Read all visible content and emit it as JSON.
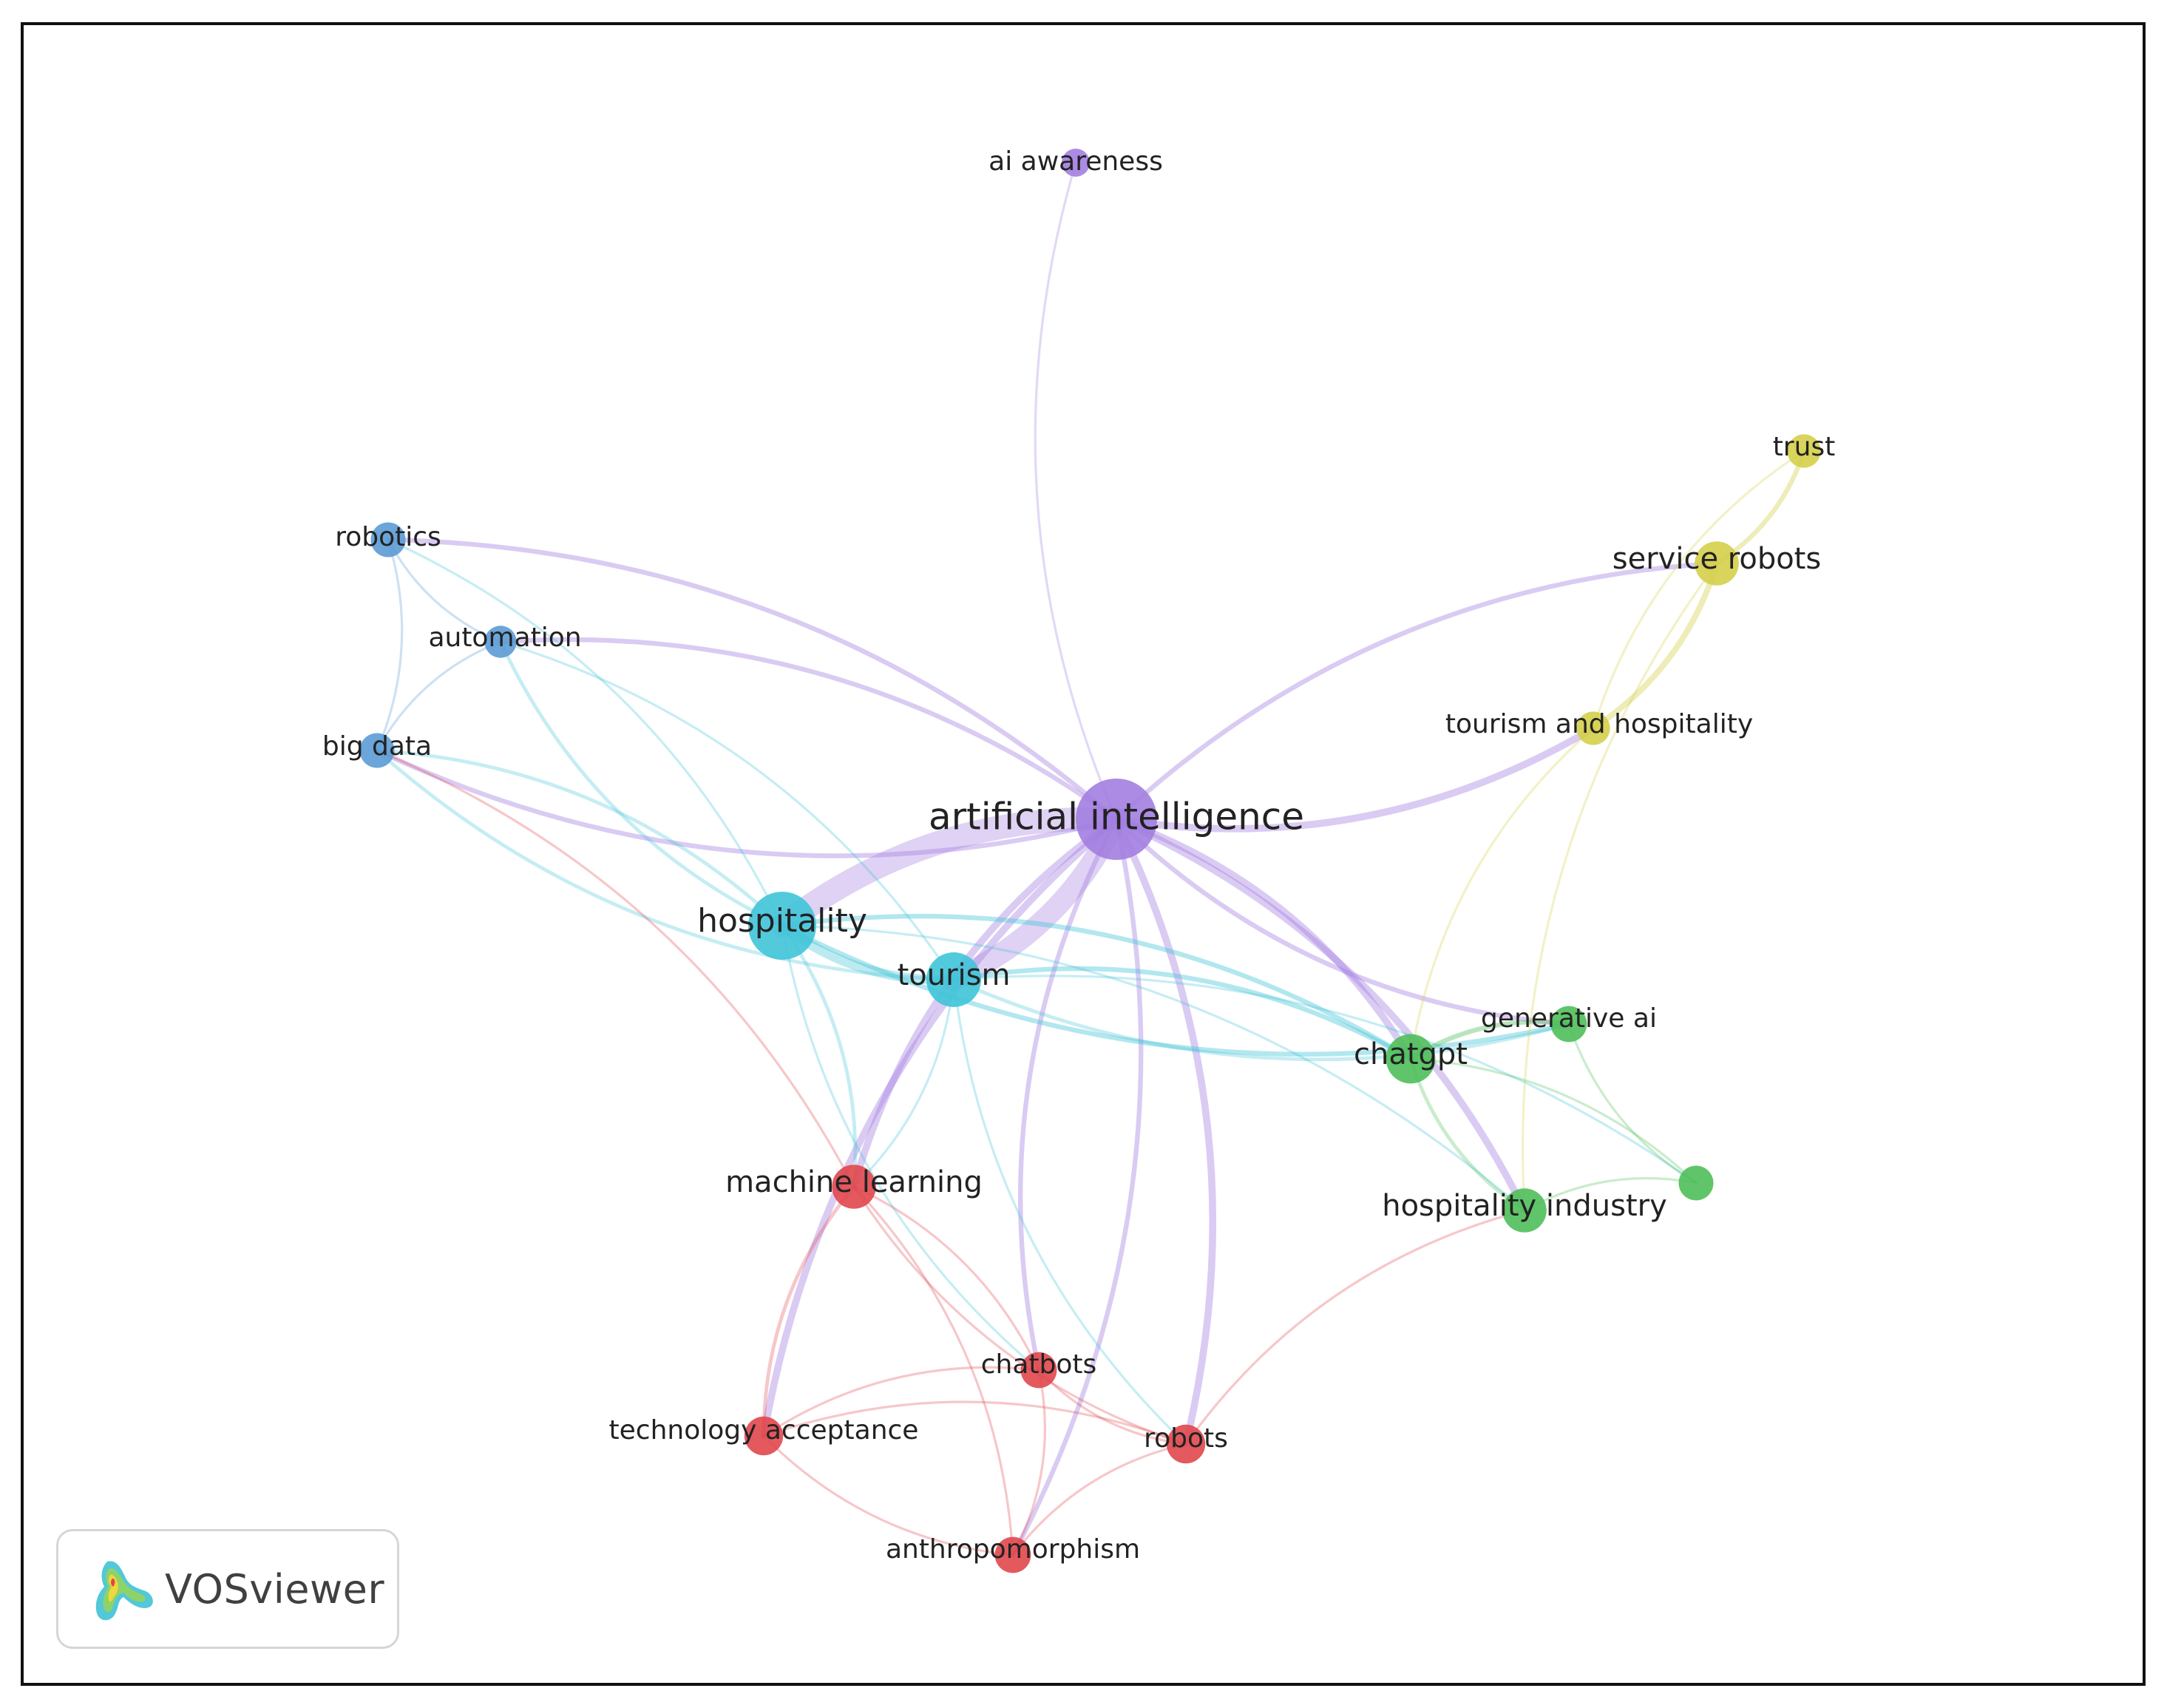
{
  "logo": {
    "text": "VOSviewer"
  },
  "clusters": {
    "red": "#e0474c",
    "green": "#4fbf5a",
    "blue": "#5b9bd5",
    "yellow": "#d4cf4a",
    "purple": "#a27ee0",
    "cyan": "#3fc4d8"
  },
  "nodes": [
    {
      "id": "artificial-intelligence",
      "label": "artificial intelligence",
      "cluster": "purple",
      "weight": 5
    },
    {
      "id": "ai-awareness",
      "label": "ai awareness",
      "cluster": "purple",
      "weight": 1
    },
    {
      "id": "hospitality",
      "label": "hospitality",
      "cluster": "cyan",
      "weight": 4
    },
    {
      "id": "tourism",
      "label": "tourism",
      "cluster": "cyan",
      "weight": 3
    },
    {
      "id": "robotics",
      "label": "robotics",
      "cluster": "blue",
      "weight": 1.5
    },
    {
      "id": "automation",
      "label": "automation",
      "cluster": "blue",
      "weight": 1.3
    },
    {
      "id": "big-data",
      "label": "big data",
      "cluster": "blue",
      "weight": 1.5
    },
    {
      "id": "trust",
      "label": "trust",
      "cluster": "yellow",
      "weight": 1.4
    },
    {
      "id": "service-robots",
      "label": "service robots",
      "cluster": "yellow",
      "weight": 2.2
    },
    {
      "id": "tourism-and-hospitality",
      "label": "tourism and hospitality",
      "cluster": "yellow",
      "weight": 1.4
    },
    {
      "id": "chatgpt",
      "label": "chatgpt",
      "cluster": "green",
      "weight": 2.6
    },
    {
      "id": "generative-ai",
      "label": "generative ai",
      "cluster": "green",
      "weight": 1.6
    },
    {
      "id": "hospitality-industry",
      "label": "hospitality industry",
      "cluster": "green",
      "weight": 2.2
    },
    {
      "id": "unlabeled-green",
      "label": "",
      "cluster": "green",
      "weight": 1.5
    },
    {
      "id": "machine-learning",
      "label": "machine learning",
      "cluster": "red",
      "weight": 2.2
    },
    {
      "id": "chatbots",
      "label": "chatbots",
      "cluster": "red",
      "weight": 1.6
    },
    {
      "id": "technology-acceptance",
      "label": "technology acceptance",
      "cluster": "red",
      "weight": 1.8
    },
    {
      "id": "robots",
      "label": "robots",
      "cluster": "red",
      "weight": 1.8
    },
    {
      "id": "anthropomorphism",
      "label": "anthropomorphism",
      "cluster": "red",
      "weight": 1.6
    }
  ],
  "links": [
    {
      "source": "artificial-intelligence",
      "target": "hospitality",
      "strength": 10
    },
    {
      "source": "artificial-intelligence",
      "target": "tourism",
      "strength": 9
    },
    {
      "source": "artificial-intelligence",
      "target": "machine-learning",
      "strength": 3
    },
    {
      "source": "artificial-intelligence",
      "target": "robots",
      "strength": 3
    },
    {
      "source": "artificial-intelligence",
      "target": "technology-acceptance",
      "strength": 3
    },
    {
      "source": "artificial-intelligence",
      "target": "anthropomorphism",
      "strength": 2
    },
    {
      "source": "artificial-intelligence",
      "target": "chatbots",
      "strength": 2
    },
    {
      "source": "artificial-intelligence",
      "target": "chatgpt",
      "strength": 3
    },
    {
      "source": "artificial-intelligence",
      "target": "generative-ai",
      "strength": 2
    },
    {
      "source": "artificial-intelligence",
      "target": "hospitality-industry",
      "strength": 3
    },
    {
      "source": "artificial-intelligence",
      "target": "tourism-and-hospitality",
      "strength": 3
    },
    {
      "source": "artificial-intelligence",
      "target": "service-robots",
      "strength": 2
    },
    {
      "source": "artificial-intelligence",
      "target": "robotics",
      "strength": 2
    },
    {
      "source": "artificial-intelligence",
      "target": "big-data",
      "strength": 2
    },
    {
      "source": "artificial-intelligence",
      "target": "automation",
      "strength": 2
    },
    {
      "source": "artificial-intelligence",
      "target": "ai-awareness",
      "strength": 1
    },
    {
      "source": "hospitality",
      "target": "tourism",
      "strength": 4
    },
    {
      "source": "hospitality",
      "target": "chatgpt",
      "strength": 2
    },
    {
      "source": "hospitality",
      "target": "generative-ai",
      "strength": 2
    },
    {
      "source": "hospitality",
      "target": "machine-learning",
      "strength": 1.5
    },
    {
      "source": "hospitality",
      "target": "big-data",
      "strength": 1.5
    },
    {
      "source": "hospitality",
      "target": "automation",
      "strength": 1.5
    },
    {
      "source": "hospitality",
      "target": "robotics",
      "strength": 1
    },
    {
      "source": "hospitality",
      "target": "hospitality-industry",
      "strength": 1
    },
    {
      "source": "hospitality",
      "target": "chatbots",
      "strength": 1
    },
    {
      "source": "tourism",
      "target": "chatgpt",
      "strength": 2
    },
    {
      "source": "tourism",
      "target": "generative-ai",
      "strength": 1.5
    },
    {
      "source": "tourism",
      "target": "big-data",
      "strength": 1.5
    },
    {
      "source": "tourism",
      "target": "automation",
      "strength": 1
    },
    {
      "source": "tourism",
      "target": "machine-learning",
      "strength": 1
    },
    {
      "source": "tourism",
      "target": "robots",
      "strength": 1
    },
    {
      "source": "tourism",
      "target": "unlabeled-green",
      "strength": 1
    },
    {
      "source": "service-robots",
      "target": "trust",
      "strength": 2
    },
    {
      "source": "service-robots",
      "target": "tourism-and-hospitality",
      "strength": 2.5
    },
    {
      "source": "service-robots",
      "target": "hospitality-industry",
      "strength": 1
    },
    {
      "source": "tourism-and-hospitality",
      "target": "trust",
      "strength": 1
    },
    {
      "source": "tourism-and-hospitality",
      "target": "chatgpt",
      "strength": 1
    },
    {
      "source": "chatgpt",
      "target": "generative-ai",
      "strength": 2
    },
    {
      "source": "chatgpt",
      "target": "hospitality-industry",
      "strength": 1.5
    },
    {
      "source": "chatgpt",
      "target": "unlabeled-green",
      "strength": 1
    },
    {
      "source": "generative-ai",
      "target": "unlabeled-green",
      "strength": 1
    },
    {
      "source": "hospitality-industry",
      "target": "unlabeled-green",
      "strength": 1
    },
    {
      "source": "machine-learning",
      "target": "technology-acceptance",
      "strength": 1.5
    },
    {
      "source": "machine-learning",
      "target": "chatbots",
      "strength": 1
    },
    {
      "source": "machine-learning",
      "target": "robots",
      "strength": 1
    },
    {
      "source": "machine-learning",
      "target": "anthropomorphism",
      "strength": 1
    },
    {
      "source": "machine-learning",
      "target": "big-data",
      "strength": 1
    },
    {
      "source": "technology-acceptance",
      "target": "chatbots",
      "strength": 1
    },
    {
      "source": "technology-acceptance",
      "target": "anthropomorphism",
      "strength": 1
    },
    {
      "source": "technology-acceptance",
      "target": "robots",
      "strength": 1
    },
    {
      "source": "chatbots",
      "target": "robots",
      "strength": 1
    },
    {
      "source": "chatbots",
      "target": "anthropomorphism",
      "strength": 1
    },
    {
      "source": "robots",
      "target": "anthropomorphism",
      "strength": 1
    },
    {
      "source": "robots",
      "target": "hospitality-industry",
      "strength": 1
    },
    {
      "source": "robotics",
      "target": "automation",
      "strength": 1
    },
    {
      "source": "robotics",
      "target": "big-data",
      "strength": 1
    },
    {
      "source": "automation",
      "target": "big-data",
      "strength": 1
    }
  ]
}
